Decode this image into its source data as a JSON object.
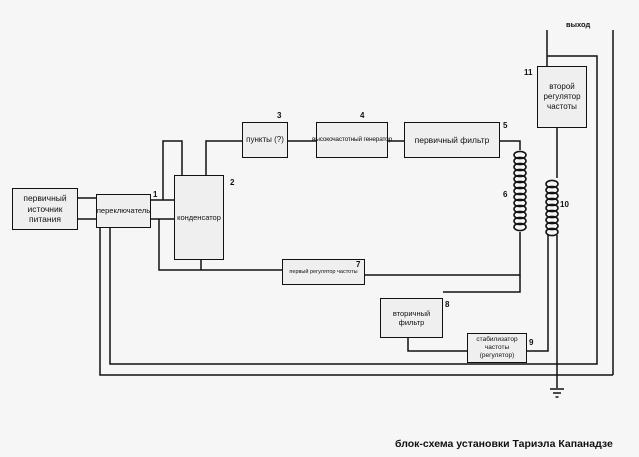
{
  "diagram": {
    "blocks": {
      "primary_source": {
        "label": "первичный источник питания"
      },
      "switch": {
        "label": "переключатель",
        "number": "1"
      },
      "capacitor": {
        "label": "конденсатор",
        "number": "2"
      },
      "points": {
        "label": "пункты (?)",
        "number": "3"
      },
      "hf_generator": {
        "label": "высокочастотный генератор",
        "number": "4"
      },
      "primary_filter": {
        "label": "первичный фильтр",
        "number": "5"
      },
      "coil_6": {
        "number": "6"
      },
      "first_freq_regulator": {
        "label": "первый регулятор частоты",
        "number": "7"
      },
      "secondary_filter": {
        "label": "вторичный фильтр",
        "number": "8"
      },
      "freq_stabilizer": {
        "label": "стабилизатор частоты (регулятор)",
        "number": "9"
      },
      "coil_10": {
        "number": "10"
      },
      "second_freq_regulator": {
        "label": "второй регулятор частоты",
        "number": "11"
      }
    },
    "output_label": "выход",
    "caption": "блок-схема установки Тариэла Капанадзе"
  }
}
